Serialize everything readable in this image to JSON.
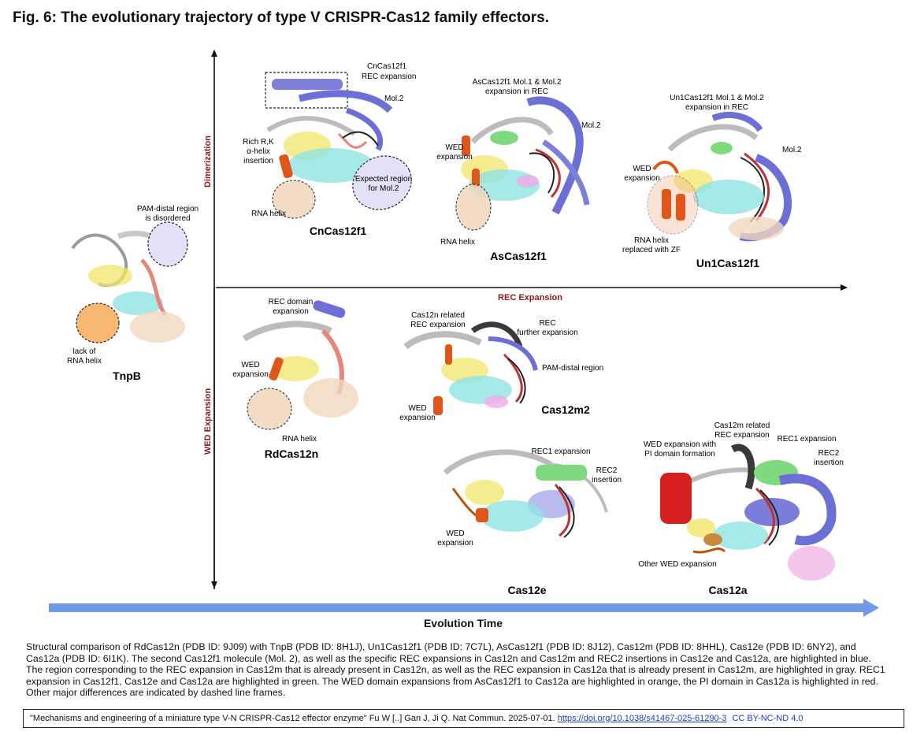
{
  "figure": {
    "title": "Fig. 6: The evolutionary trajectory of type V CRISPR-Cas12 family effectors.",
    "axes": {
      "x_label": "REC Expansion",
      "y_up_label": "Dimerization",
      "y_down_label": "WED Expansion",
      "time_label": "Evolution Time"
    },
    "proteins": {
      "tnpb": "TnpB",
      "cncas12f1": "CnCas12f1",
      "ascas12f1": "AsCas12f1",
      "un1cas12f1": "Un1Cas12f1",
      "rdcas12n": "RdCas12n",
      "cas12m2": "Cas12m2",
      "cas12e": "Cas12e",
      "cas12a": "Cas12a"
    },
    "annotations": {
      "tnpb_pam_1": "PAM-distal region",
      "tnpb_pam_2": "is disordered",
      "tnpb_lack_1": "lack of",
      "tnpb_lack_2": "RNA helix",
      "cn_rec_1": "CnCas12f1",
      "cn_rec_2": "REC expansion",
      "cn_mol2": "Mol.2",
      "cn_rich_1": "Rich R,K",
      "cn_rich_2": "α-helix",
      "cn_rich_3": "insertion",
      "cn_expected_1": "Expected region",
      "cn_expected_2": "for Mol.2",
      "cn_rna": "RNA helix",
      "as_mol_1": "AsCas12f1 Mol.1 & Mol.2",
      "as_mol_2": "expansion in REC",
      "as_mol2": "Mol.2",
      "as_wed_1": "WED",
      "as_wed_2": "expansion",
      "as_rna": "RNA helix",
      "un_mol_1": "Un1Cas12f1 Mol.1 & Mol.2",
      "un_mol_2": "expansion in REC",
      "un_mol2": "Mol.2",
      "un_wed_1": "WED",
      "un_wed_2": "expansion",
      "un_rna_1": "RNA helix",
      "un_rna_2": "replaced with ZF",
      "rd_rec_1": "REC domain",
      "rd_rec_2": "expansion",
      "rd_wed_1": "WED",
      "rd_wed_2": "expansion",
      "rd_rna": "RNA helix",
      "m2_cas12n_1": "Cas12n related",
      "m2_cas12n_2": "REC expansion",
      "m2_rec_1": "REC",
      "m2_rec_2": "further expansion",
      "m2_pam": "PAM-distal region",
      "m2_wed_1": "WED",
      "m2_wed_2": "expansion",
      "e_rec1": "REC1 expansion",
      "e_rec2_1": "REC2",
      "e_rec2_2": "insertion",
      "e_wed_1": "WED",
      "e_wed_2": "expansion",
      "a_cas12m_1": "Cas12m related",
      "a_cas12m_2": "REC expansion",
      "a_rec1": "REC1 expansion",
      "a_rec2_1": "REC2",
      "a_rec2_2": "insertion",
      "a_wed_1": "WED expansion with",
      "a_wed_2": "PI domain formation",
      "a_other": "Other WED expansion"
    },
    "colors": {
      "rec_blue": "#6b6fd6",
      "wed_orange": "#e0561a",
      "rec1_green": "#7fd97f",
      "pi_red": "#d62020",
      "gray_rec": "#3a3a3a",
      "time_arrow": "#6f9ae8",
      "axis_label_red": "#8b1a1a"
    }
  },
  "caption": "Structural comparison of RdCas12n (PDB ID: 9J09) with TnpB (PDB ID: 8H1J), Un1Cas12f1 (PDB ID: 7C7L), AsCas12f1 (PDB ID: 8J12), Cas12m (PDB ID: 8HHL), Cas12e (PDB ID: 6NY2), and Cas12a (PDB ID: 6I1K). The second Cas12f1 molecule (Mol. 2), as well as the specific REC expansions in Cas12n and Cas12m and REC2 insertions in Cas12e and Cas12a, are highlighted in blue. The region corresponding to the REC expansion in Cas12m that is already present in Cas12n, as well as the REC expansion in Cas12a that is already present in Cas12m, are highlighted in gray. REC1 expansion in Cas12f1, Cas12e and Cas12a are highlighted in green. The WED domain expansions from AsCas12f1 to Cas12a are highlighted in orange, the PI domain in Cas12a is highlighted in red. Other major differences are indicated by dashed line frames.",
  "citation": {
    "text": "\"Mechanisms and engineering of a miniature type V-N CRISPR-Cas12 effector enzyme\" Fu W [..] Gan J, Ji Q. Nat Commun. 2025-07-01.",
    "doi": "https://doi.org/10.1038/s41467-025-61290-3",
    "license": "CC BY-NC-ND 4.0"
  }
}
